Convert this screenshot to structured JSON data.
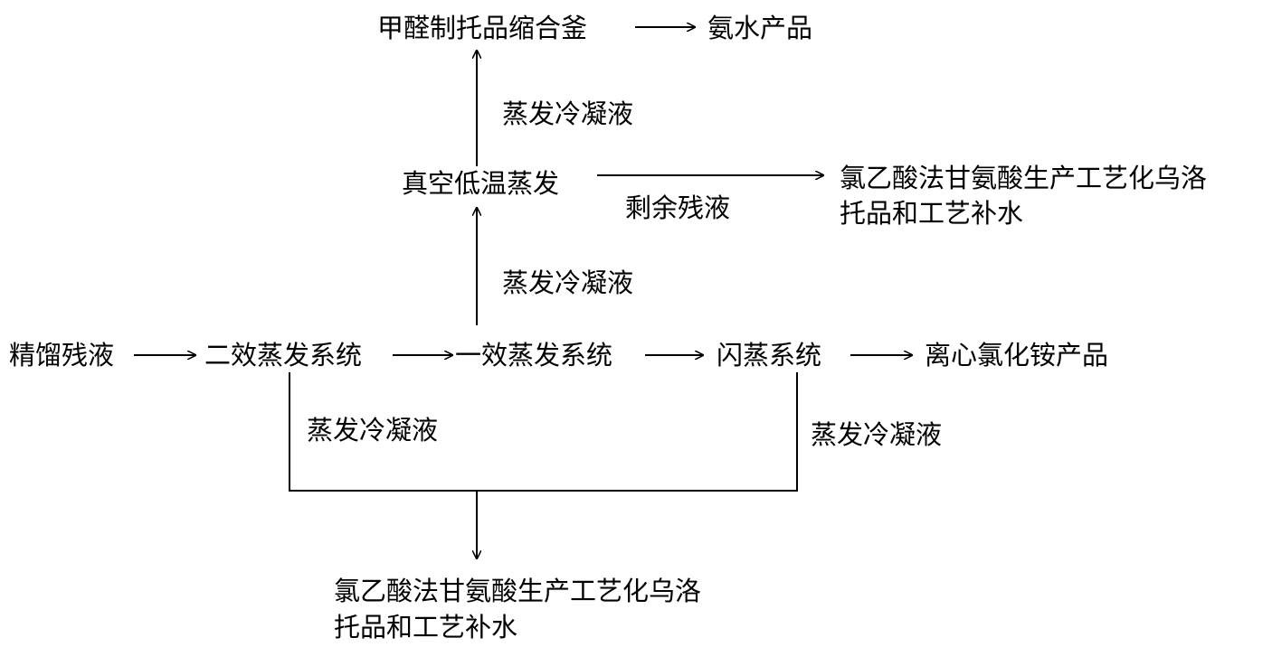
{
  "nodes": {
    "rectification_residue": "精馏残液",
    "second_effect_evaporation": "二效蒸发系统",
    "first_effect_evaporation": "一效蒸发系统",
    "flash_evaporation": "闪蒸系统",
    "centrifuge_ammonium_chloride": "离心氯化铵产品",
    "vacuum_low_temp_evaporation": "真空低温蒸发",
    "formaldehyde_urotropine_kettle": "甲醛制托品缩合釜",
    "ammonia_water_product": "氨水产品",
    "process_water_right_line1": "氯乙酸法甘氨酸生产工艺化乌洛",
    "process_water_right_line2": "托品和工艺补水",
    "process_water_bottom_line1": "氯乙酸法甘氨酸生产工艺化乌洛",
    "process_water_bottom_line2": "托品和工艺补水"
  },
  "edge_labels": {
    "evap_condensate_top": "蒸发冷凝液",
    "evap_condensate_middle": "蒸发冷凝液",
    "remaining_residue": "剩余残液",
    "evap_condensate_left": "蒸发冷凝液",
    "evap_condensate_right": "蒸发冷凝液"
  },
  "colors": {
    "line": "#000000",
    "text": "#000000",
    "background": "#ffffff"
  }
}
